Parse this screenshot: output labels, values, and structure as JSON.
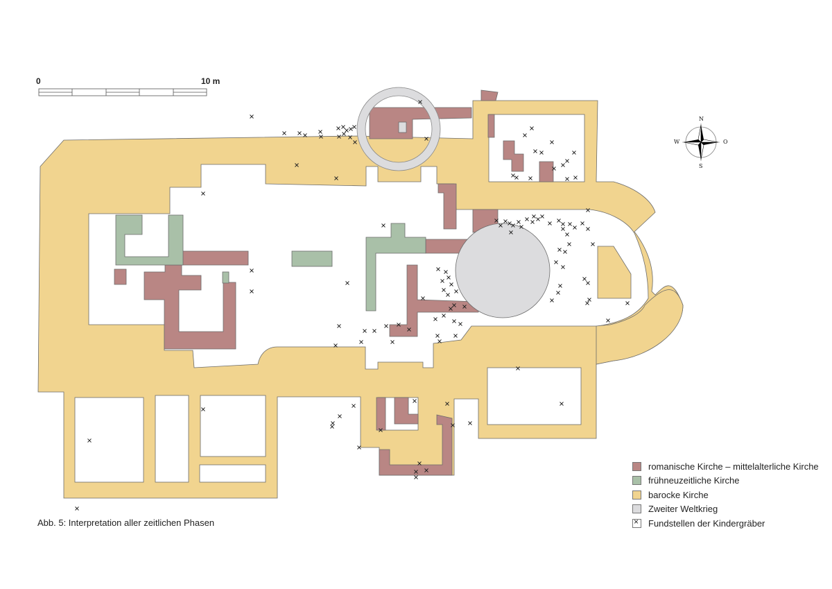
{
  "scale_bar": {
    "start_label": "0",
    "end_label": "10 m"
  },
  "compass": {
    "north": "N",
    "west": "W",
    "east": "O",
    "south": "S"
  },
  "caption": "Abb. 5: Interpretation aller zeitlichen Phasen",
  "legend": [
    {
      "label": "romanische Kirche – mittelalterliche Kirche",
      "color": "#b98684"
    },
    {
      "label": "frühneuzeitliche Kirche",
      "color": "#a9c0a8"
    },
    {
      "label": "barocke Kirche",
      "color": "#f1d48f"
    },
    {
      "label": "Zweiter Weltkrieg",
      "color": "#dcdcde"
    },
    {
      "label": "Fundstellen der Kindergräber",
      "color": "#ffffff"
    }
  ]
}
